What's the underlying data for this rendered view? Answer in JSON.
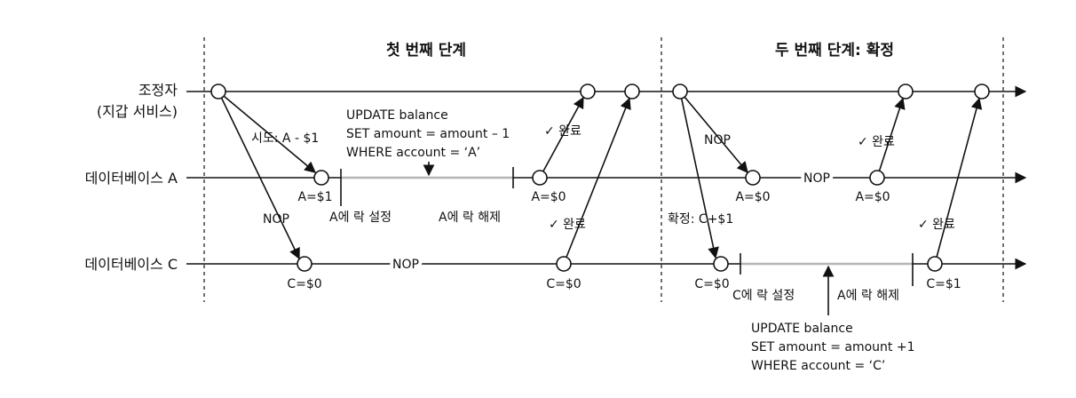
{
  "headers": {
    "phase1": "첫 번째 단계",
    "phase2": "두 번째 단계: 확정"
  },
  "lanes": {
    "coordinator_line1": "조정자",
    "coordinator_line2": "(지갑 서비스)",
    "db_a": "데이터베이스 A",
    "db_c": "데이터베이스 C"
  },
  "phase1": {
    "attempt_label": "시도: A - $1",
    "nop_to_c": "NOP",
    "nop_c_row": "NOP",
    "ok_from_a": "✓ 완료",
    "ok_from_c": "✓ 완료",
    "a_value_1": "A=$1",
    "a_value_0": "A=$0",
    "c_value_0a": "C=$0",
    "c_value_0b": "C=$0",
    "lock_set": "A에 락 설정",
    "lock_release": "A에 락 해제",
    "sql": [
      "UPDATE balance",
      "SET amount = amount – 1",
      "WHERE account = ‘A’"
    ]
  },
  "phase2": {
    "nop_to_a": "NOP",
    "nop_a_row": "NOP",
    "ok_from_a": "✓ 완료",
    "confirm_label": "확정: C+$1",
    "ok_from_c": "✓ 완료",
    "a_value_0a": "A=$0",
    "a_value_0b": "A=$0",
    "c_value_0": "C=$0",
    "c_value_1": "C=$1",
    "lock_set": "C에 락 설정",
    "lock_release": "A에 락 해제",
    "sql": [
      "UPDATE balance",
      "SET amount = amount +1",
      "WHERE account = ‘C’"
    ]
  }
}
